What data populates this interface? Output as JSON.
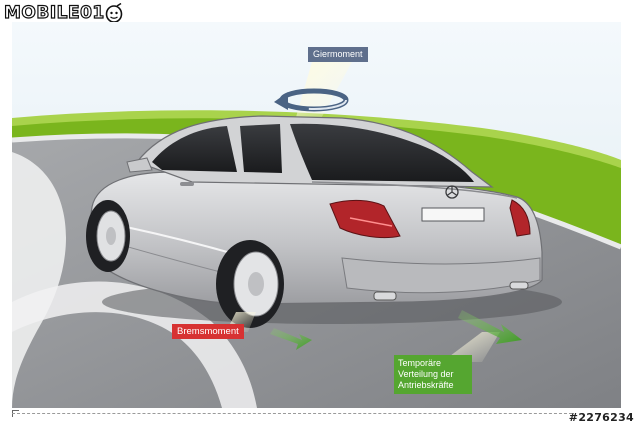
{
  "watermark": {
    "site": "MOBILE01",
    "post_id": "#2276234"
  },
  "labels": {
    "yaw_moment": "Giermoment",
    "braking_moment": "Bremsmoment",
    "drive_force_distribution": "Temporäre\nVerteilung der\nAntriebskräfte"
  },
  "colors": {
    "road": "#8d8f93",
    "grass": "#7ab51d",
    "sky": "#e3eef5",
    "car_body": "#c9cacc",
    "arrow_green": "#4aa32d",
    "arrow_blue": "#4a6384",
    "label_gier": "#5f6f8c",
    "label_brems": "#d73232",
    "label_antrieb": "#55a630"
  },
  "icons": {
    "logo_glyph": "mobile01-face-icon",
    "yaw_arrow": "rotate-arrow-icon",
    "force_arrows": "green-force-arrow-icon"
  }
}
